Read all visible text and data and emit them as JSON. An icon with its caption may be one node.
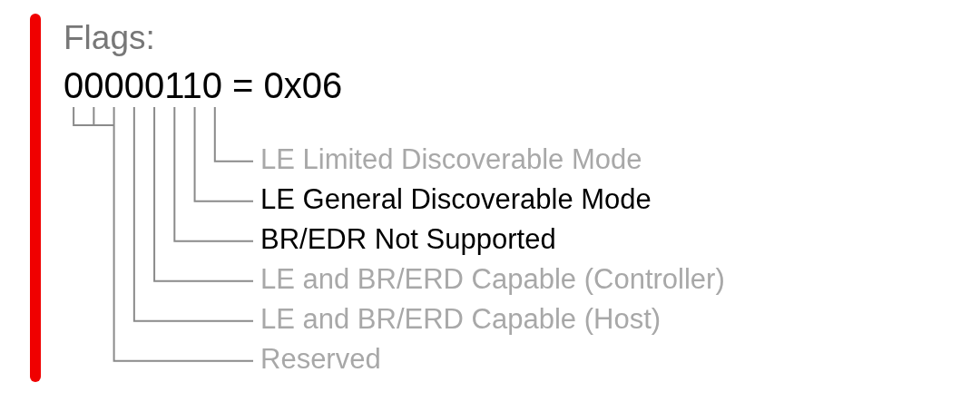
{
  "diagram": {
    "nodes": [
      {
        "text": [
          "00000110 = 0x06"
        ]
      },
      {
        "text": [
          "LE Limited Discoverable Mode"
        ]
      },
      {
        "text": [
          "LE General Discoverable Mode"
        ]
      },
      {
        "text": [
          "BR/EDR Not Supported"
        ]
      },
      {
        "text": [
          "LE and BR/ERD Capable (Controller)"
        ]
      },
      {
        "text": [
          "LE and BR/ERD Capable (Host)"
        ]
      },
      {
        "text": [
          "Reserved"
        ]
      }
    ],
    "edges": [
      {
        "from": 1,
        "to": 0,
        "arrow": "none"
      },
      {
        "from": 2,
        "to": 0,
        "arrow": "none"
      },
      {
        "from": 3,
        "to": 0,
        "arrow": "none"
      },
      {
        "from": 4,
        "to": 0,
        "arrow": "none"
      },
      {
        "from": 5,
        "to": 0,
        "arrow": "none"
      },
      {
        "from": 6,
        "to": 0,
        "arrow": "none"
      }
    ],
    "labels": [
      "Flags:"
    ]
  }
}
